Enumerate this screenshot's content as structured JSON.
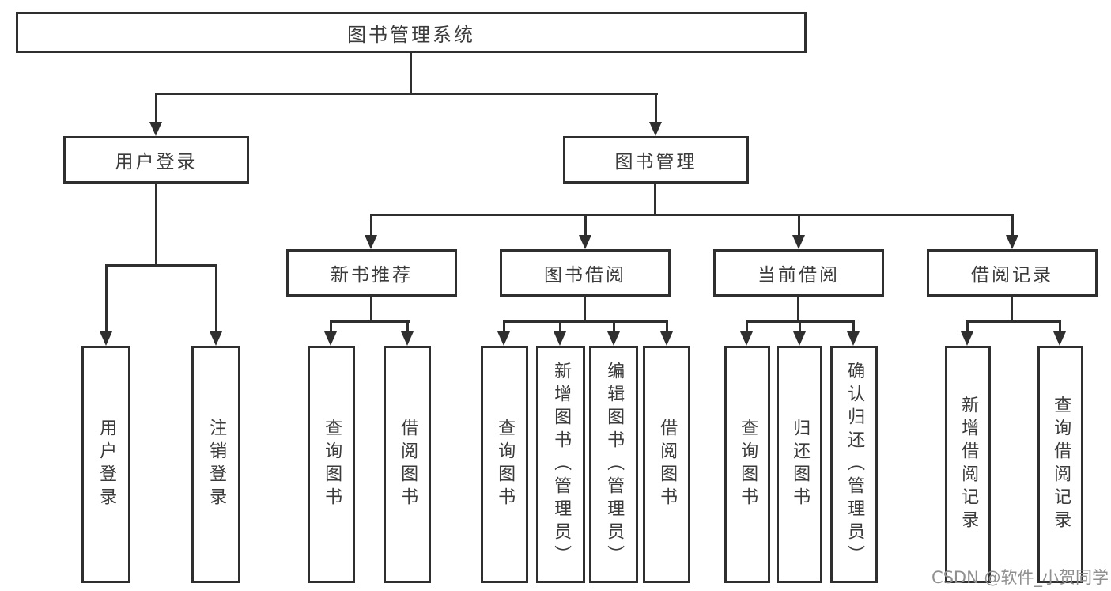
{
  "diagram": {
    "root": {
      "label": "图书管理系统"
    },
    "level2": [
      {
        "label": "用户登录"
      },
      {
        "label": "图书管理"
      }
    ],
    "level3": [
      {
        "label": "新书推荐"
      },
      {
        "label": "图书借阅"
      },
      {
        "label": "当前借阅"
      },
      {
        "label": "借阅记录"
      }
    ],
    "leaves": [
      {
        "label": "用户登录"
      },
      {
        "label": "注销登录"
      },
      {
        "label": "查询图书"
      },
      {
        "label": "借阅图书"
      },
      {
        "label": "查询图书"
      },
      {
        "label": "新增图书（管理员）"
      },
      {
        "label": "编辑图书（管理员）"
      },
      {
        "label": "借阅图书"
      },
      {
        "label": "查询图书"
      },
      {
        "label": "归还图书"
      },
      {
        "label": "确认归还（管理员）"
      },
      {
        "label": "新增借阅记录"
      },
      {
        "label": "查询借阅记录"
      }
    ],
    "watermark": "CSDN @软件_小贺同学",
    "colors": {
      "line": "#2f2f2f",
      "text": "#3b3b3b",
      "watermark": "#8f8f8f",
      "background": "#ffffff"
    }
  }
}
